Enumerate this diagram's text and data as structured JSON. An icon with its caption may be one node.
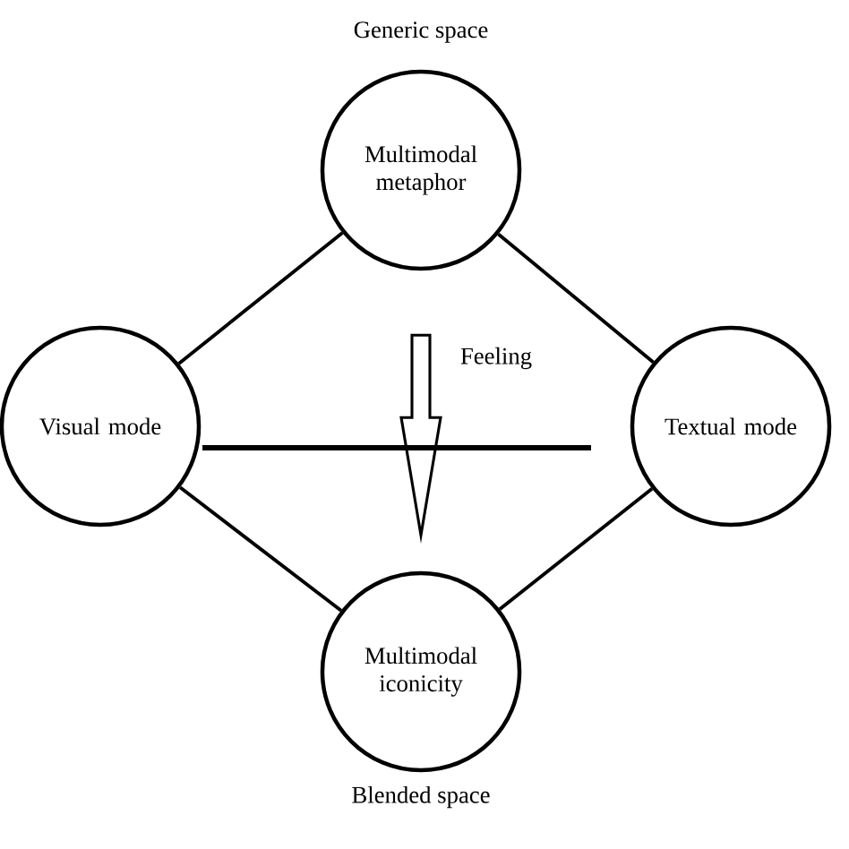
{
  "diagram": {
    "nodes": [
      {
        "text": [
          "Multimodal metaphor"
        ],
        "beside": [
          "Generic space"
        ]
      },
      {
        "text": [
          "Visual mode"
        ]
      },
      {
        "text": [
          "Textual mode"
        ]
      },
      {
        "text": [
          "Multimodal iconicity"
        ],
        "beside": [
          "Blended space"
        ]
      }
    ],
    "edges": [
      {
        "from": 0,
        "to": 1,
        "arrow": "none"
      },
      {
        "from": 0,
        "to": 2,
        "arrow": "none"
      },
      {
        "from": 1,
        "to": 3,
        "arrow": "none"
      },
      {
        "from": 2,
        "to": 3,
        "arrow": "none"
      },
      {
        "from": 0,
        "to": 3,
        "arrow": "to",
        "label": "Feeling",
        "style": "thick"
      }
    ]
  }
}
